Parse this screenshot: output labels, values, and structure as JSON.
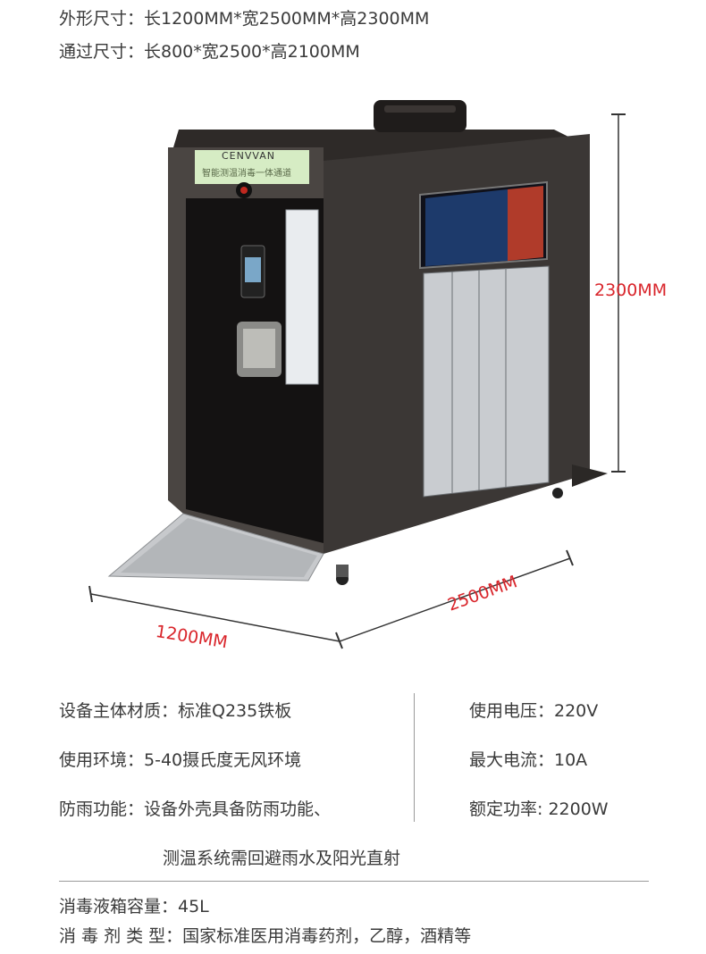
{
  "header": {
    "outer_size": "外形尺寸：长1200MM*宽2500MM*高2300MM",
    "pass_size": "通过尺寸：长800*宽2500*高2100MM"
  },
  "product": {
    "brand": "CENVVAN",
    "sign_text": "智能测温消毒一体通道"
  },
  "dimensions": {
    "height": "2300MM",
    "width": "2500MM",
    "length": "1200MM"
  },
  "specs_left": [
    "设备主体材质：标准Q235铁板",
    "使用环境：5-40摄氏度无风环境",
    "防雨功能：设备外壳具备防雨功能、",
    "测温系统需回避雨水及阳光直射"
  ],
  "specs_right": [
    "使用电压：220V",
    "最大电流：10A",
    "额定功率: 2200W"
  ],
  "specs_bottom": [
    "消毒液箱容量：45L",
    "消 毒 剂 类 型：国家标准医用消毒药剂，乙醇，酒精等"
  ],
  "colors": {
    "cabinet": "#3b3735",
    "dimension_text": "#d9252b",
    "sign_bg": "#d6ecc4"
  }
}
